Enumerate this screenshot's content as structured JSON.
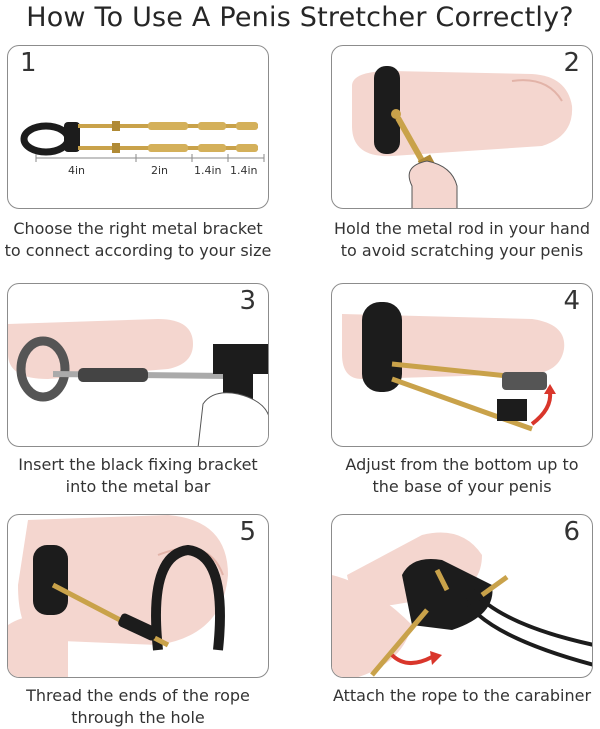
{
  "title": "How To Use A Penis Stretcher Correctly?",
  "steps": [
    {
      "number": "1",
      "caption_lines": [
        "Choose the right metal bracket",
        "to connect according to your size"
      ],
      "measurements": [
        "4in",
        "2in",
        "1.4in",
        "1.4in"
      ]
    },
    {
      "number": "2",
      "caption_lines": [
        "Hold the metal rod in your hand",
        "to avoid scratching your penis"
      ]
    },
    {
      "number": "3",
      "caption_lines": [
        "Insert the black fixing bracket",
        "into the metal bar"
      ]
    },
    {
      "number": "4",
      "caption_lines": [
        "Adjust from the bottom up to",
        "the base of your penis"
      ]
    },
    {
      "number": "5",
      "caption_lines": [
        "Thread the ends of the rope",
        "through the hole"
      ]
    },
    {
      "number": "6",
      "caption_lines": [
        "Attach the rope to the carabiner"
      ]
    }
  ],
  "colors": {
    "skin": "#f4d6cf",
    "skin_shade": "#e8bdb3",
    "device_black": "#1c1c1c",
    "brass": "#c9a24a",
    "arrow_red": "#d9362b",
    "border": "#8c8c8c"
  }
}
